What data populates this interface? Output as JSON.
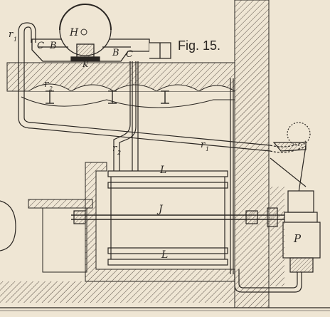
{
  "figure": {
    "caption": "Fig. 15.",
    "labels": {
      "r_upper": "r",
      "r_upper_sub": "1",
      "r2": "r",
      "r2_sub": "2",
      "r2_lower": "r",
      "r2_lower_sub": "2",
      "r1_right": "r",
      "r1_right_sub": "1",
      "C_left": "C",
      "C_right": "C",
      "B_left": "B",
      "B_right": "B",
      "H": "H",
      "K": "K",
      "L_top": "L",
      "L_bottom": "L",
      "J": "J",
      "P": "P"
    }
  },
  "colors": {
    "paper": "#efe6d4",
    "ink": "#2a2622",
    "hatch": "#5a5048"
  }
}
